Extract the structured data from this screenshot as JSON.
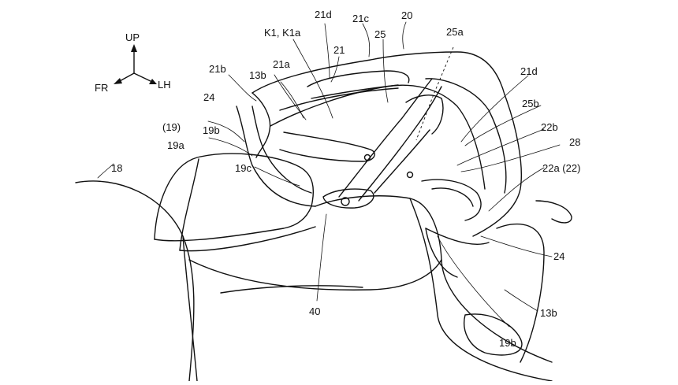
{
  "axes": {
    "up": "UP",
    "front": "FR",
    "left": "LH"
  },
  "labels": {
    "l20": "20",
    "l21": "21",
    "l21a": "21a",
    "l21b": "21b",
    "l21c": "21c",
    "l21d_top": "21d",
    "l21d_right": "21d",
    "k1": "K1, K1a",
    "l13b_top": "13b",
    "l25": "25",
    "l25a": "25a",
    "l25b": "25b",
    "l22b": "22b",
    "l28": "28",
    "l22a": "22a (22)",
    "l24_left": "24",
    "l24_right": "24",
    "l19": "(19)",
    "l19a": "19a",
    "l19b_left": "19b",
    "l19c": "19c",
    "l18": "18",
    "l40": "40",
    "l13b_bottom": "13b",
    "l19b_bottom": "19b"
  }
}
